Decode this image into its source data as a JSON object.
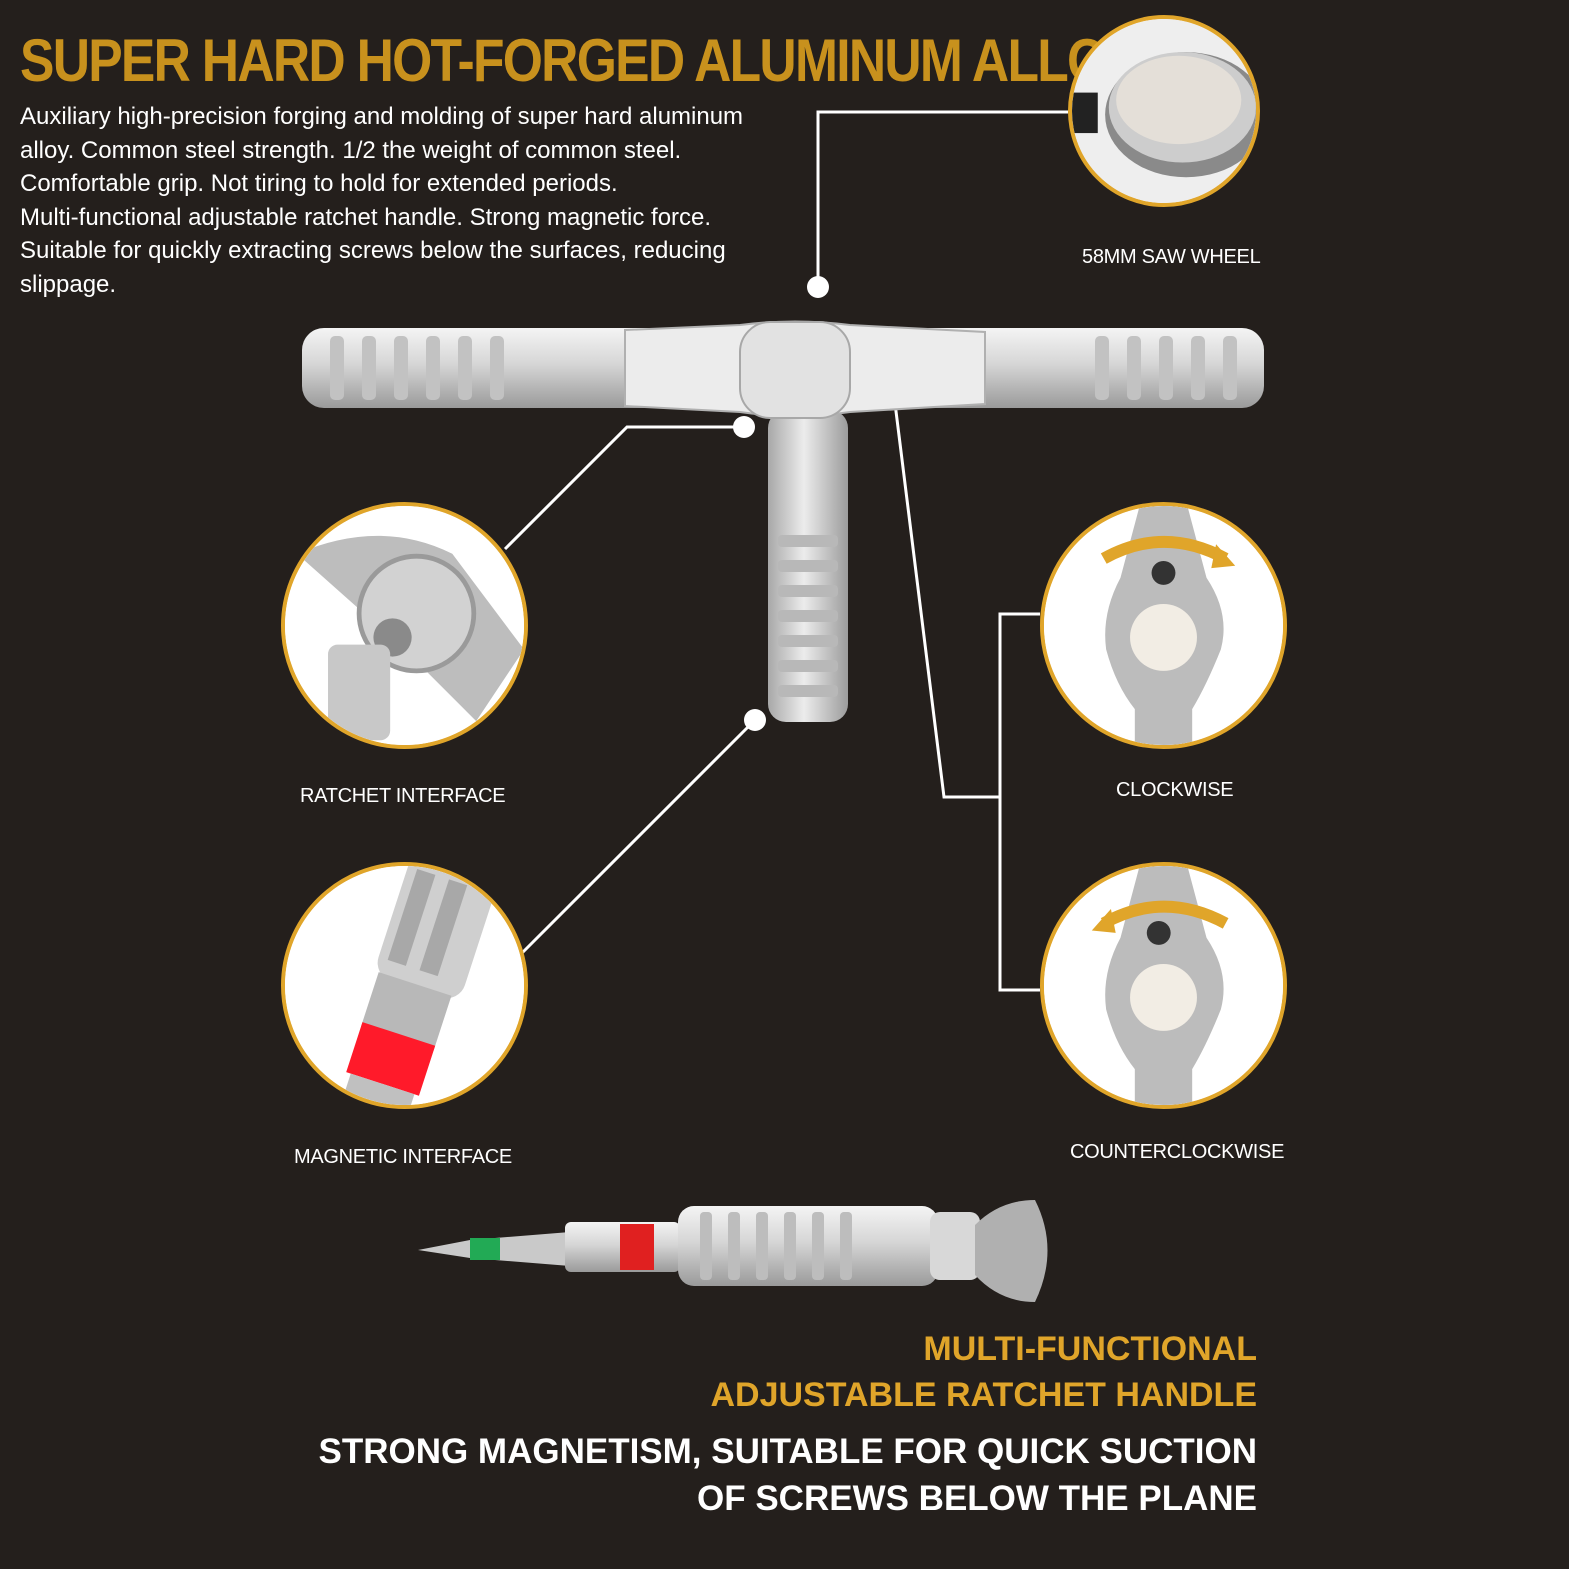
{
  "headline": "SUPER HARD HOT-FORGED ALUMINUM ALLOY.",
  "description": [
    "Auxiliary high-precision forging and molding of super hard aluminum",
    "alloy. Common steel strength. 1/2 the weight of common steel.",
    "Comfortable grip. Not tiring to hold for extended periods.",
    "Multi-functional adjustable ratchet handle. Strong magnetic force.",
    "Suitable for quickly extracting screws below the surfaces, reducing",
    "slippage."
  ],
  "callouts": {
    "saw_wheel": "58MM SAW WHEEL",
    "ratchet_interface": "RATCHET INTERFACE",
    "magnetic_interface": "MAGNETIC INTERFACE",
    "clockwise": "CLOCKWISE",
    "counterclockwise": "COUNTERCLOCKWISE"
  },
  "footer": {
    "line1": "MULTI-FUNCTIONAL",
    "line2": "ADJUSTABLE RATCHET HANDLE",
    "line3": "STRONG MAGNETISM, SUITABLE FOR QUICK SUCTION",
    "line4": "OF SCREWS BELOW THE PLANE"
  },
  "colors": {
    "background": "#241f1c",
    "accent": "#e0a52a",
    "headline": "#c8911d",
    "text": "#ffffff",
    "bit_red": "#e02020",
    "bit_green": "#22aa55"
  }
}
